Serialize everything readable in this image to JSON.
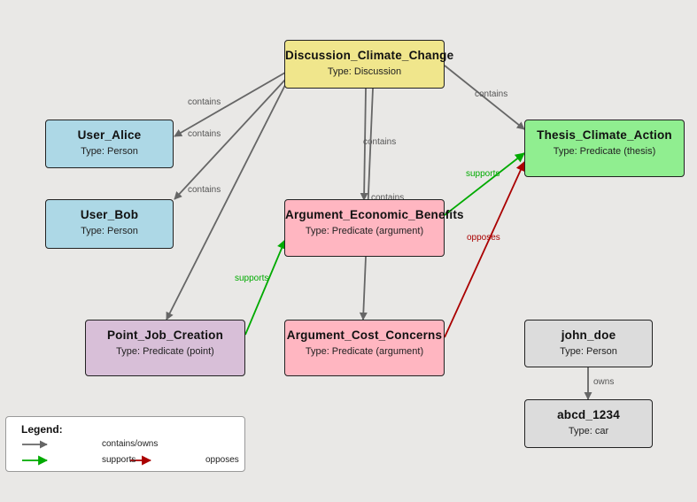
{
  "colors": {
    "background": "#e9e8e6",
    "discussion": "#f0e68c",
    "person": "#add8e6",
    "thesis": "#90ee90",
    "argument": "#ffb6c1",
    "point": "#d8bfd8",
    "other": "#dcdcdc",
    "contains_edge": "#666666",
    "supports_edge": "#00aa00",
    "opposes_edge": "#aa0000"
  },
  "nodes": {
    "discussion": {
      "title": "Discussion_Climate_Change",
      "type": "Type: Discussion"
    },
    "thesis": {
      "title": "Thesis_Climate_Action",
      "type": "Type: Predicate (thesis)"
    },
    "alice": {
      "title": "User_Alice",
      "type": "Type: Person"
    },
    "bob": {
      "title": "User_Bob",
      "type": "Type: Person"
    },
    "arg_econ": {
      "title": "Argument_Economic_Benefits",
      "type": "Type: Predicate (argument)"
    },
    "point_job": {
      "title": "Point_Job_Creation",
      "type": "Type: Predicate (point)"
    },
    "arg_cost": {
      "title": "Argument_Cost_Concerns",
      "type": "Type: Predicate (argument)"
    },
    "john": {
      "title": "john_doe",
      "type": "Type: Person"
    },
    "abcd": {
      "title": "abcd_1234",
      "type": "Type: car"
    }
  },
  "edges": [
    {
      "from": "discussion",
      "to": "alice",
      "label": "contains",
      "kind": "contains"
    },
    {
      "from": "discussion",
      "to": "bob",
      "label": "contains",
      "kind": "contains"
    },
    {
      "from": "discussion",
      "to": "point_job",
      "label": "contains",
      "kind": "contains"
    },
    {
      "from": "discussion",
      "to": "arg_econ",
      "label": "contains",
      "kind": "contains"
    },
    {
      "from": "discussion",
      "to": "arg_cost",
      "label": "contains",
      "kind": "contains"
    },
    {
      "from": "discussion",
      "to": "thesis",
      "label": "contains",
      "kind": "contains"
    },
    {
      "from": "arg_econ",
      "to": "thesis",
      "label": "supports",
      "kind": "supports"
    },
    {
      "from": "point_job",
      "to": "arg_econ",
      "label": "supports",
      "kind": "supports"
    },
    {
      "from": "arg_cost",
      "to": "thesis",
      "label": "opposes",
      "kind": "opposes"
    },
    {
      "from": "john",
      "to": "abcd",
      "label": "owns",
      "kind": "contains"
    }
  ],
  "legend": {
    "title": "Legend:",
    "contains_owns": "contains/owns",
    "supports": "supports",
    "opposes": "opposes"
  }
}
